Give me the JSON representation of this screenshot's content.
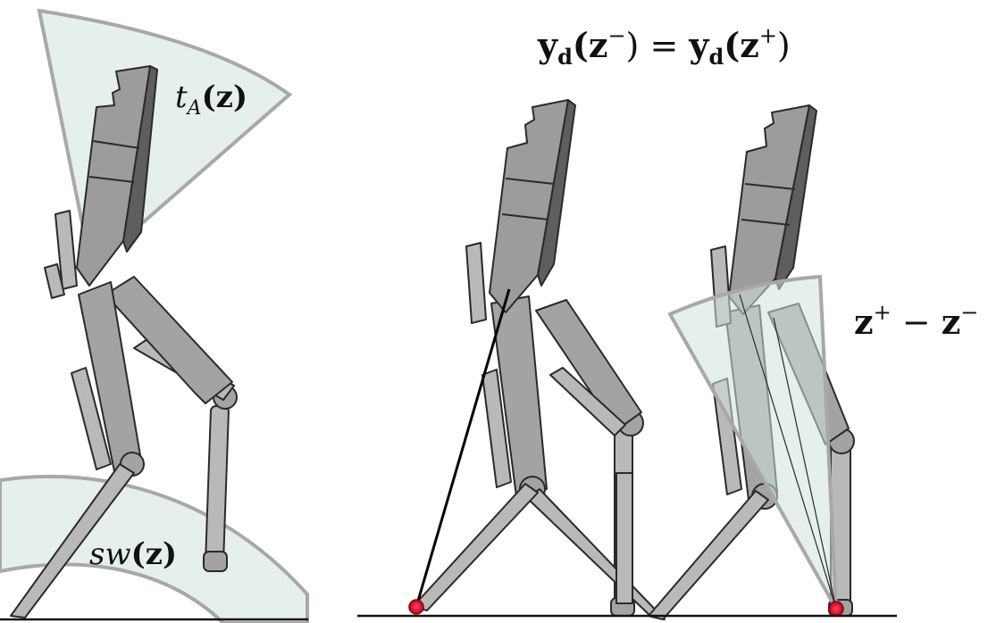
{
  "labels": {
    "torso_angle": {
      "base": "t",
      "sub": "A",
      "arg": "(z)"
    },
    "swing": {
      "base": "sw",
      "arg": "(z)"
    },
    "impact_continuity": {
      "lhs": "y",
      "lhs_sub": "d",
      "lhs_arg": "(z",
      "lhs_sup": "−",
      "eq": ") = ",
      "rhs": "y",
      "rhs_sub": "d",
      "rhs_arg": "(z",
      "rhs_sup": "+",
      "close": ")"
    },
    "state_jump": {
      "a": "z",
      "a_sup": "+",
      "minus": " − ",
      "b": "z",
      "b_sup": "−"
    }
  },
  "colors": {
    "robot_light": "#a3a3a3",
    "robot_dark": "#5e5e5e",
    "sector_fill": "#cfe3d9",
    "sector_stroke": "#a8a8a8",
    "contact_point": "#e0102a"
  }
}
